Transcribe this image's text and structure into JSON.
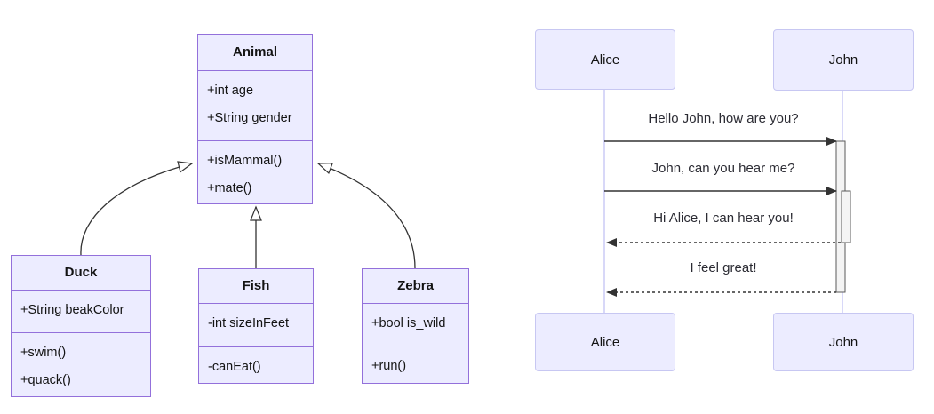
{
  "class_diagram": {
    "classes": [
      {
        "name": "Animal",
        "attributes": [
          "+int age",
          "+String gender"
        ],
        "methods": [
          "+isMammal()",
          "+mate()"
        ]
      },
      {
        "name": "Duck",
        "attributes": [
          "+String beakColor"
        ],
        "methods": [
          "+swim()",
          "+quack()"
        ]
      },
      {
        "name": "Fish",
        "attributes": [
          "-int sizeInFeet"
        ],
        "methods": [
          "-canEat()"
        ]
      },
      {
        "name": "Zebra",
        "attributes": [
          "+bool is_wild"
        ],
        "methods": [
          "+run()"
        ]
      }
    ],
    "relations": [
      {
        "from": "Duck",
        "to": "Animal",
        "type": "inheritance"
      },
      {
        "from": "Fish",
        "to": "Animal",
        "type": "inheritance"
      },
      {
        "from": "Zebra",
        "to": "Animal",
        "type": "inheritance"
      }
    ]
  },
  "sequence_diagram": {
    "actors": [
      {
        "name": "Alice"
      },
      {
        "name": "John"
      }
    ],
    "messages": [
      {
        "from": "Alice",
        "to": "John",
        "text": "Hello John, how are you?",
        "line": "solid"
      },
      {
        "from": "Alice",
        "to": "John",
        "text": "John, can you hear me?",
        "line": "solid"
      },
      {
        "from": "John",
        "to": "Alice",
        "text": "Hi Alice, I can hear you!",
        "line": "dashed"
      },
      {
        "from": "John",
        "to": "Alice",
        "text": "I feel great!",
        "line": "dashed"
      }
    ],
    "activations": [
      {
        "actor": "John",
        "level": 1
      },
      {
        "actor": "John",
        "level": 2
      }
    ]
  },
  "colors": {
    "node_fill": "#ECECFF",
    "node_border": "#9370DB",
    "actor_border": "#C7C7F2",
    "lifeline": "#CFCFF6",
    "activation_fill": "#F4F4F4",
    "activation_border": "#5A5A5A",
    "edge": "#333333",
    "text": "#131313"
  }
}
